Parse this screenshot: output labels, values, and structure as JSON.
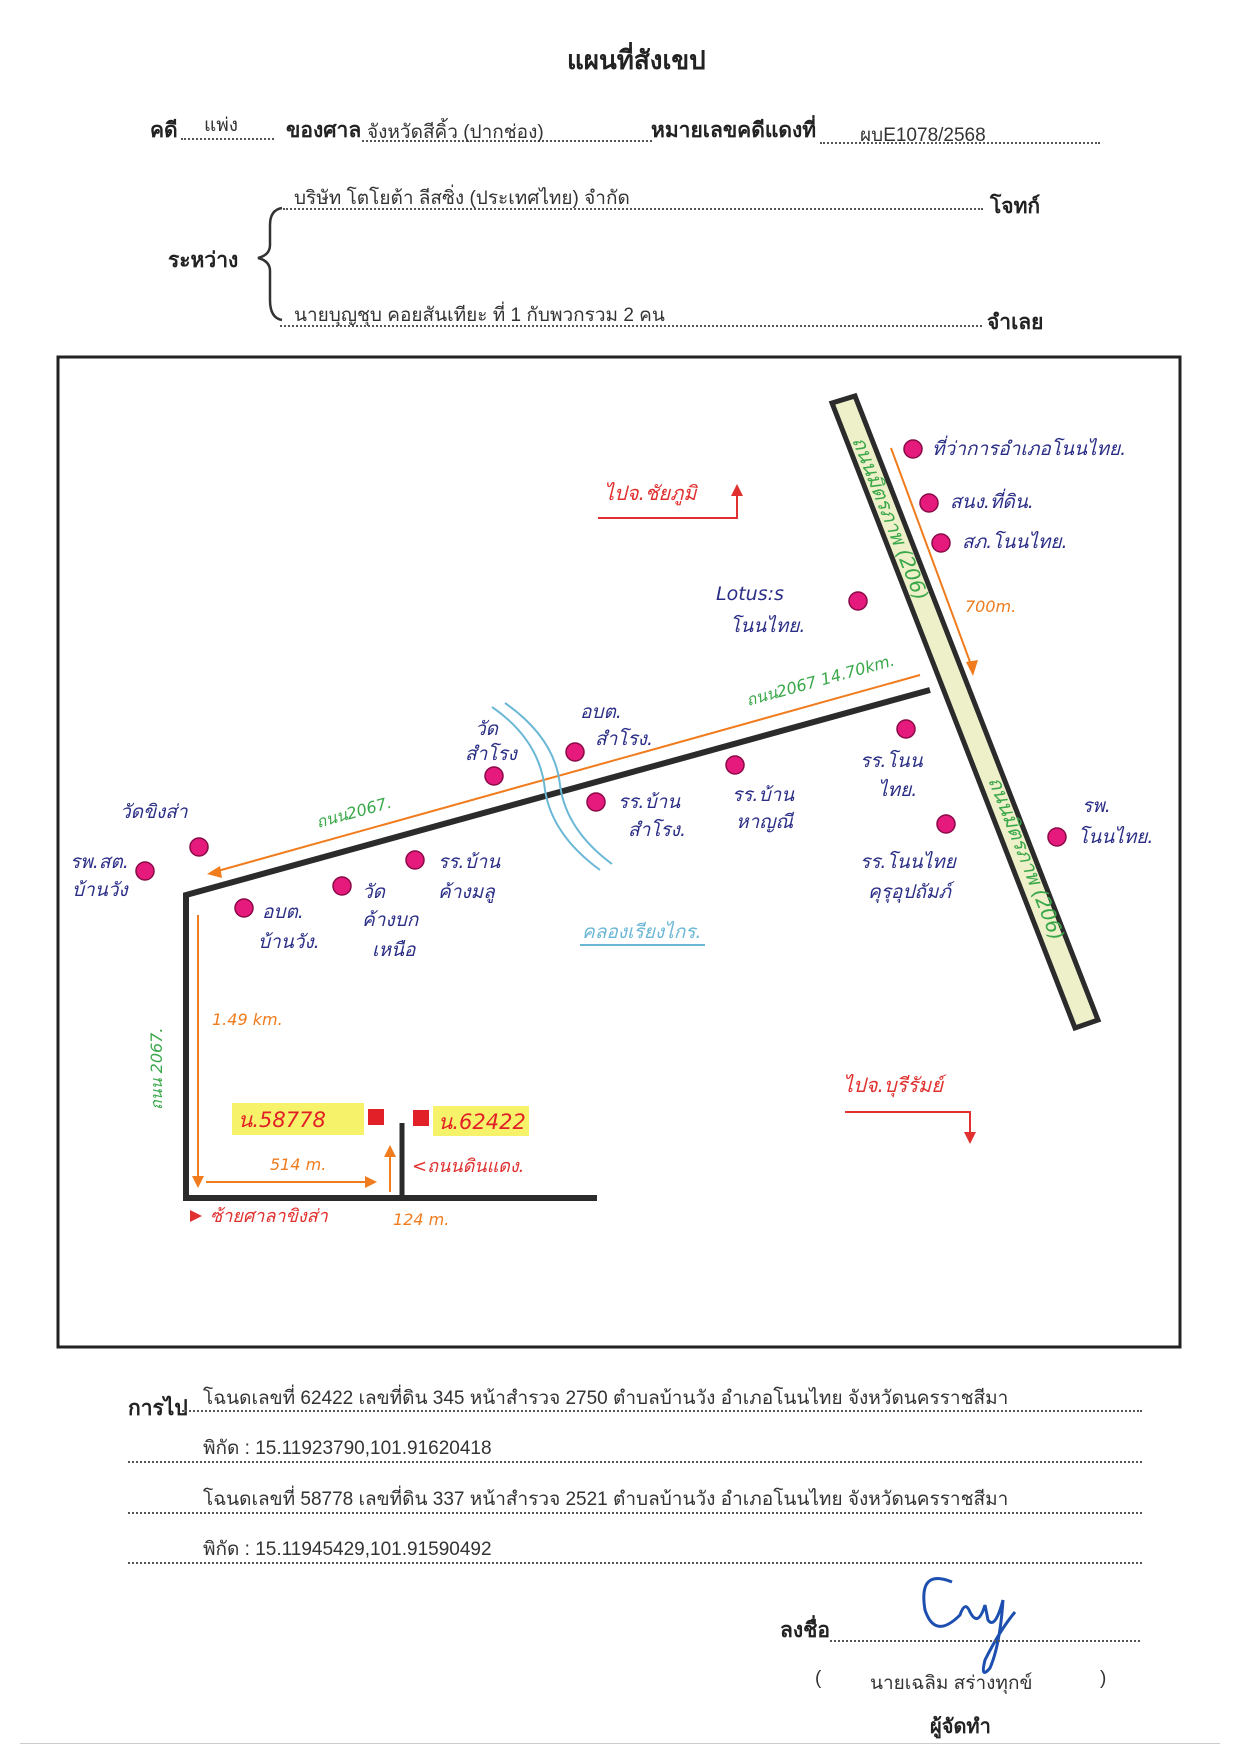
{
  "header": {
    "title": "แผนที่สังเขป",
    "case_label": "คดี",
    "case_type": "แพ่ง",
    "court_label": "ของศาล",
    "court_name": "จังหวัดสีคิ้ว (ปากช่อง)",
    "red_case_label": "หมายเลขคดีแดงที่",
    "red_case_number": "ผบE1078/2568",
    "between_label": "ระหว่าง",
    "plaintiff_name": "บริษัท โตโยต้า ลีสซิ่ง (ประเทศไทย) จำกัด",
    "plaintiff_label": "โจทก์",
    "defendant_name": "นายบุญชุบ คอยสันเทียะ ที่ 1 กับพวกรวม 2 คน",
    "defendant_label": "จำเลย"
  },
  "map": {
    "labels": {
      "district_office": "ที่ว่าการอำเภอโนนไทย.",
      "land_office": "สนง.ที่ดิน.",
      "police_station": "สภ.โนนไทย.",
      "lotus_line1": "Lotus:s",
      "lotus_line2": "โนนไทย.",
      "dist_700": "700m.",
      "highway_top": "ถนนมิตรภาพ (206)",
      "highway_bottom": "ถนนมิตรภาพ (206)",
      "road_2067_dist": "ถนน2067  14.70km.",
      "road_2067_mid": "ถนน2067.",
      "road_2067_vertical": "ถนน 2067.",
      "to_chaiyaphum": "ไปจ.ชัยภูมิ",
      "to_buriram": "ไปจ.บุรีรัมย์",
      "wat_samrong_1": "วัด",
      "wat_samrong_2": "สำโรง",
      "obt_samrong_1": "อบต.",
      "obt_samrong_2": "สำโรง.",
      "school_samrong_1": "รร.บ้าน",
      "school_samrong_2": "สำโรง.",
      "school_harn_1": "รร.บ้าน",
      "school_harn_2": "หาญณี",
      "school_nonthai_1": "รร.โนน",
      "school_nonthai_2": "ไทย.",
      "hospital_1": "รพ.",
      "hospital_2": "โนนไทย.",
      "school_khuru_1": "รร.โนนไทย",
      "school_khuru_2": "คุรุอุปถัมภ์",
      "wat_khing_sa": "วัดขิงส่า",
      "health_1": "รพ.สต.",
      "health_2": "บ้านวัง",
      "obt_banwang_1": "อบต.",
      "obt_banwang_2": "บ้านวัง.",
      "wat_kangbok_1": "วัด",
      "wat_kangbok_2": "ค้างบก",
      "wat_kangbok_3": "เหนือ",
      "school_kangmalu_1": "รร.บ้าน",
      "school_kangmalu_2": "ค้างมลู",
      "canal": "คลองเรียงไกร.",
      "dist_149": "1.49 km.",
      "parcel_a": "น.58778",
      "parcel_b": "น.62422",
      "dist_514": "514 m.",
      "dirt_road": "<ถนนดินแดง.",
      "dist_124": "124 m.",
      "khing_sa_school": "ซ้ายศาลาขิงส่า"
    },
    "colors": {
      "frame": "#222222",
      "road": "#2b2b2b",
      "highway_fill": "#eef0c9",
      "poi": "#e6197d",
      "orange": "#f07c1e",
      "green": "#3aa84a",
      "red": "#e0302f",
      "navy": "#2b2e86",
      "canal": "#6ab7d6",
      "parcel": "#e12027",
      "highlight": "#f6f36a"
    }
  },
  "footer": {
    "directions_label": "การไป",
    "deed_1": "โฉนดเลขที่ 62422 เลขที่ดิน 345 หน้าสำรวจ 2750 ตำบลบ้านวัง อำเภอโนนไทย จังหวัดนครราชสีมา",
    "coord_1": "พิกัด : 15.11923790,101.91620418",
    "deed_2": "โฉนดเลขที่ 58778 เลขที่ดิน 337 หน้าสำรวจ 2521 ตำบลบ้านวัง อำเภอโนนไทย จังหวัดนครราชสีมา",
    "coord_2": "พิกัด : 15.11945429,101.91590492",
    "sign_label": "ลงชื่อ",
    "signer_open": "(",
    "signer_name": "นายเฉลิม  สร่างทุกข์",
    "signer_close": ")",
    "role": "ผู้จัดทำ"
  }
}
